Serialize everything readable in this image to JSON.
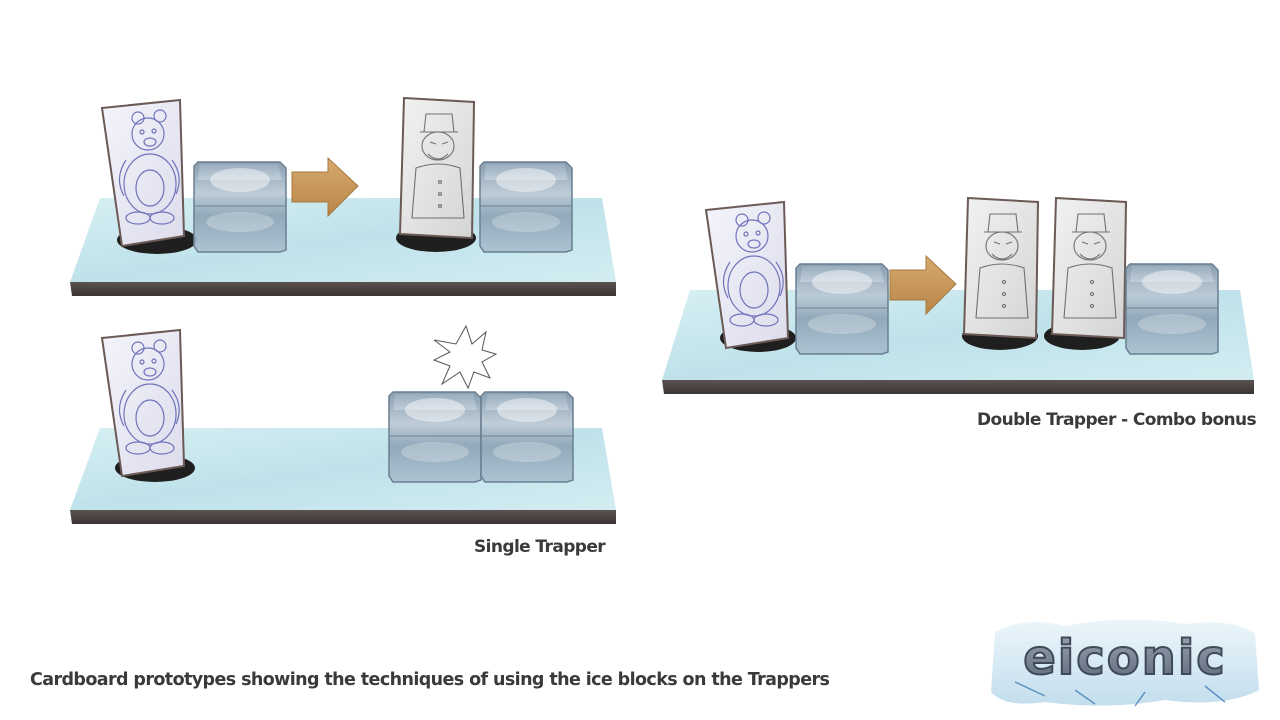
{
  "captions": {
    "single": "Single Trapper",
    "double": "Double Trapper - Combo bonus",
    "description": "Cardboard prototypes showing the techniques of using the ice blocks on the Trappers"
  },
  "logo": {
    "text": "eiconic"
  },
  "colors": {
    "ice_board": "#c9e8ee",
    "board_edge": "#4a4443",
    "ice_block": "#8aa4b8",
    "arrow": "#c69658",
    "base": "#1f1f1f",
    "caption": "#3a3a3a"
  },
  "icons": [
    "bear-card",
    "trapper-card",
    "ice-block",
    "arrow-right",
    "impact-burst"
  ]
}
